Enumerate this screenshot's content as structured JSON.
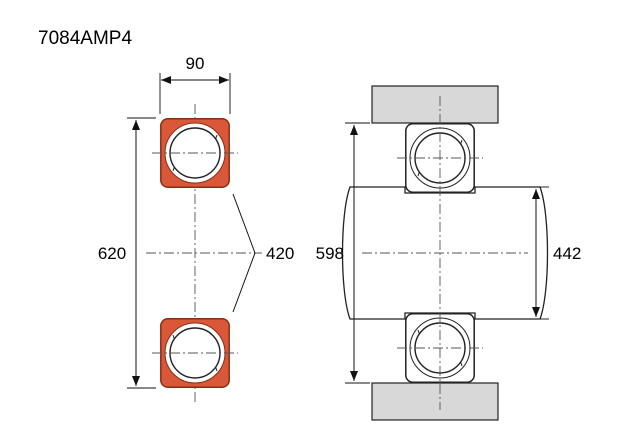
{
  "title": "7084AMP4",
  "views": {
    "section": {
      "label": "bearing-cross-section-view",
      "dimensions": {
        "width": "90",
        "outside_diameter": "620",
        "bore_diameter": "420"
      }
    },
    "mounting": {
      "label": "mounting-abutment-view",
      "dimensions": {
        "housing_abutment_diameter": "598",
        "shaft_abutment_diameter": "442"
      }
    }
  },
  "colors": {
    "ring_highlight": "#d9583a",
    "ring_outline": "#8a2e14",
    "housing_gray": "#d8d8d8",
    "line": "#1a1a1a",
    "background": "#ffffff"
  }
}
